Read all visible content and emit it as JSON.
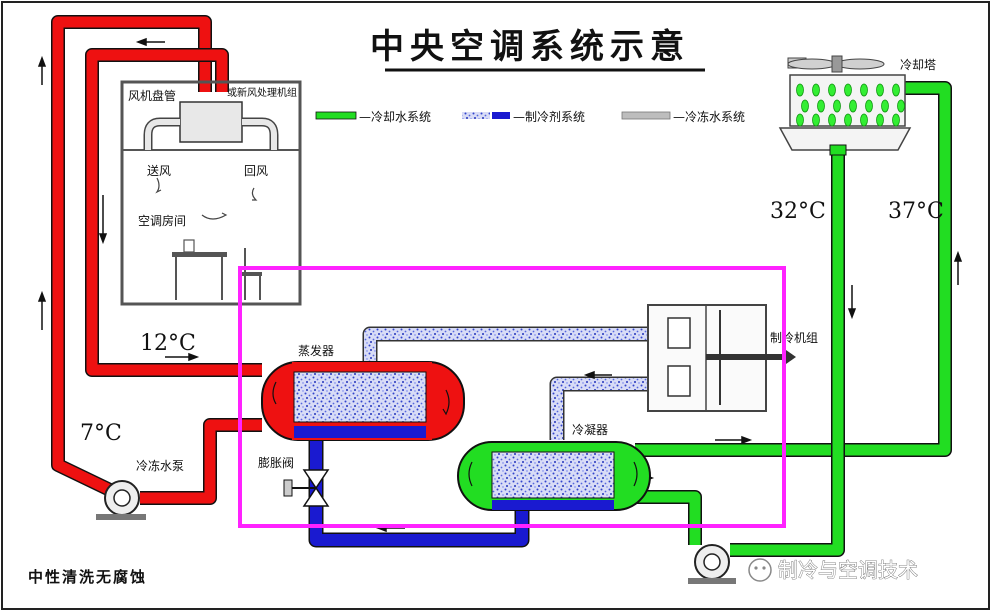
{
  "title": "中央空调系统示意",
  "legend": {
    "cooling_water": "冷却水系统",
    "refrigerant": "制冷剂系统",
    "chilled_water": "冷冻水系统"
  },
  "labels": {
    "cooling_tower": "冷却塔",
    "fan_coil": "风机盘管",
    "fresh_air_unit": "或新风处理机组",
    "supply_air": "送风",
    "return_air": "回风",
    "ac_room": "空调房间",
    "evaporator": "蒸发器",
    "chiller_unit": "制冷机组",
    "condenser": "冷凝器",
    "expansion_valve": "膨胀阀",
    "chilled_pump": "冷冻水泵",
    "footer_note": "中性清洗无腐蚀",
    "watermark": "制冷与空调技术"
  },
  "temperatures": {
    "t_return_chilled": "12°C",
    "t_supply_chilled": "7°C",
    "t_cool_in": "32°C",
    "t_cool_out": "37°C"
  },
  "colors": {
    "chilled": "#ee1111",
    "cooling": "#22dd22",
    "refrigerant": "#1a1ad0",
    "highlight": "#ff22ff",
    "pattern": "#9aa6e8"
  }
}
